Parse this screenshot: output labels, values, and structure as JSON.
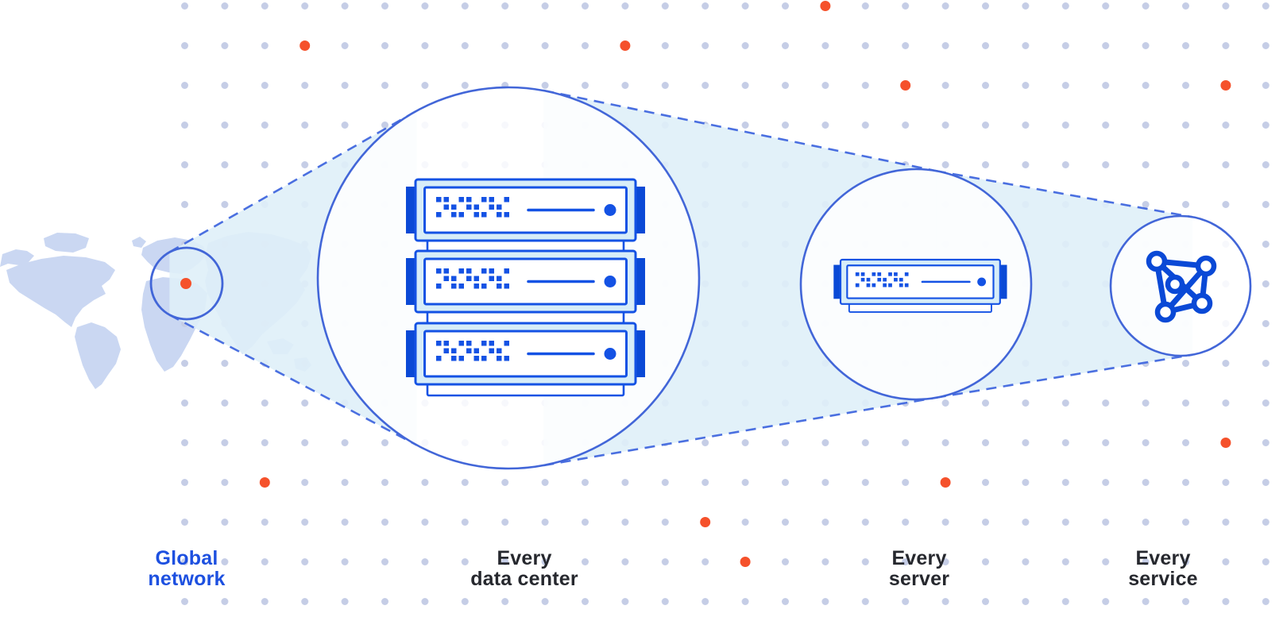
{
  "diagram_title": "Global network zoom diagram",
  "stages": [
    {
      "id": "global-network",
      "line1": "Global",
      "line2": "network",
      "icon": "world-map-with-highlight-circle",
      "emphasis": "blue"
    },
    {
      "id": "every-data-center",
      "line1": "Every",
      "line2": "data center",
      "icon": "server-rack-stack-x3",
      "server_units": 3
    },
    {
      "id": "every-server",
      "line1": "Every",
      "line2": "server",
      "icon": "server-rack-x1",
      "server_units": 1
    },
    {
      "id": "every-service",
      "line1": "Every",
      "line2": "service",
      "icon": "network-graph"
    }
  ],
  "colors": {
    "accent_blue": "#1452e4",
    "server_dark_blue": "#0a49d6",
    "server_fill_cyan": "#d7edf8",
    "circle_stroke_blue": "#4266d8",
    "dash_blue": "#4a6fe0",
    "beam_cyan": "#dff0f8",
    "grid_dot": "#c5cde6",
    "orange": "#f5512b",
    "map_blue": "#cad7f2",
    "label_dark": "#26282e",
    "label_blue": "#1d50e0"
  }
}
